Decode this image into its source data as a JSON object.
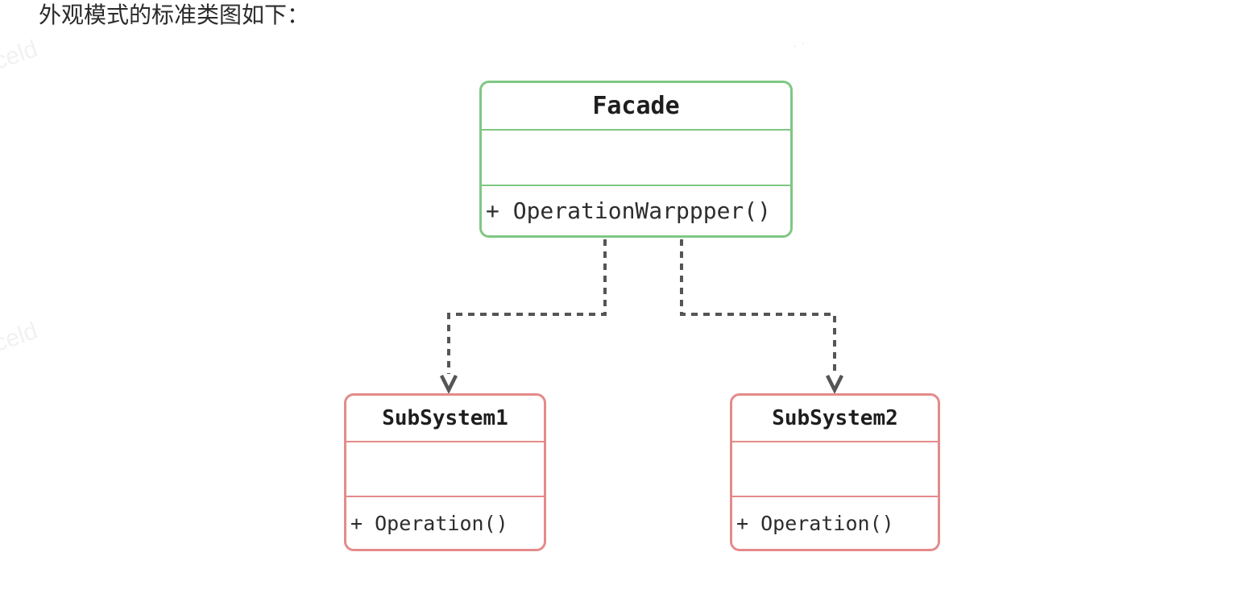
{
  "page": {
    "title": "外观模式的标准类图如下："
  },
  "watermarks": [
    {
      "text": "celd"
    },
    {
      "text": "celd"
    },
    {
      "text": ". ."
    }
  ],
  "diagram": {
    "type": "uml-class-diagram",
    "pattern": "Facade",
    "classes": [
      {
        "id": "facade",
        "name": "Facade",
        "attributes": "",
        "methods": "+ OperationWarppper()",
        "border_color": "#7fc783"
      },
      {
        "id": "subsystem1",
        "name": "SubSystem1",
        "attributes": "",
        "methods": "+ Operation()",
        "border_color": "#e58a8a"
      },
      {
        "id": "subsystem2",
        "name": "SubSystem2",
        "attributes": "",
        "methods": "+ Operation()",
        "border_color": "#e58a8a"
      }
    ],
    "relations": [
      {
        "from": "Facade",
        "to": "SubSystem1",
        "style": "dashed-dependency-arrow"
      },
      {
        "from": "Facade",
        "to": "SubSystem2",
        "style": "dashed-dependency-arrow"
      }
    ],
    "colors": {
      "facade_border": "#7fc783",
      "subsystem_border": "#e58a8a",
      "arrow": "#555555",
      "text": "#2b2b2b"
    }
  }
}
